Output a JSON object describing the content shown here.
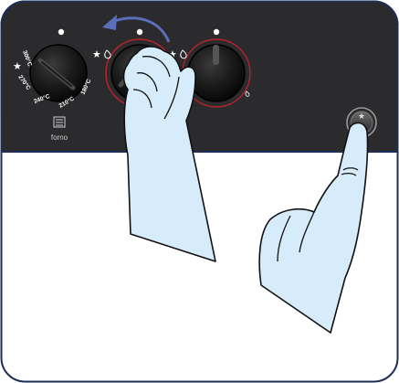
{
  "labels": {
    "temp_300": "300°C",
    "temp_270": "270°C",
    "temp_240": "240°C",
    "temp_210": "210°C",
    "temp_180": "180°C",
    "oven_label": "forno"
  },
  "icons": {
    "star": "★",
    "rotation_arrow": "counter-clockwise-arrow-icon",
    "oven": "oven-icon",
    "flame": "flame-icon",
    "ignition_button": "star-button-icon",
    "hand_rotate": "hand-rotating-knob",
    "hand_press": "hand-pressing-button"
  },
  "colors": {
    "panel": "#2b2a2c",
    "panel_border": "#1d2e55",
    "knob": "#141414",
    "knob_ring": "#b6222d",
    "arrow": "#5a6fb8",
    "hand_fill": "#d7ecfb",
    "outline": "#111111",
    "label_white": "#ffffff"
  }
}
